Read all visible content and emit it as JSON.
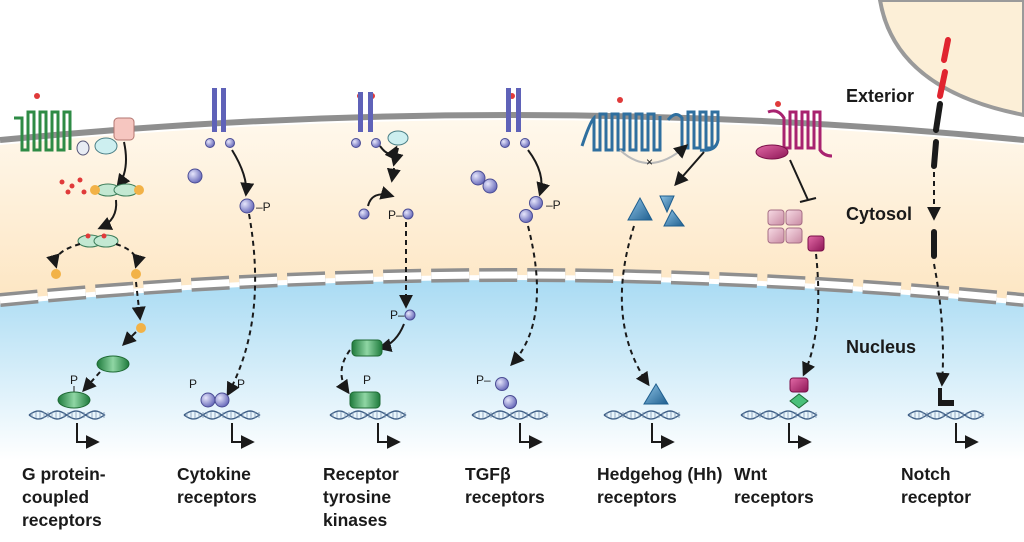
{
  "regions": {
    "exterior": "Exterior",
    "cytosol": "Cytosol",
    "nucleus": "Nucleus"
  },
  "pathways": [
    {
      "lines": [
        "G protein-",
        "coupled",
        "receptors"
      ]
    },
    {
      "lines": [
        "Cytokine",
        "receptors"
      ]
    },
    {
      "lines": [
        "Receptor",
        "tyrosine",
        "kinases"
      ]
    },
    {
      "lines": [
        "TGFβ",
        "receptors"
      ]
    },
    {
      "lines": [
        "Hedgehog (Hh)",
        "receptors"
      ]
    },
    {
      "lines": [
        "Wnt",
        "receptors"
      ]
    },
    {
      "lines": [
        "Notch",
        "receptor"
      ]
    }
  ],
  "marks": {
    "p": "P",
    "p_dash": "P–",
    "dash_p": "–P",
    "cross": "×"
  },
  "colors": {
    "membrane": "#8f8f8f",
    "cytosol": "#fdeccf",
    "nucleus": "#bfe3f5",
    "exterior_cell": "#fcefd7",
    "gpcr": "#2e8b45",
    "cytokine_receptor": "#5f62b8",
    "hedgehog_receptor": "#2f6f9f",
    "wnt_receptor": "#a8226f",
    "notch_red": "#e0242f",
    "ligand": "#e03a3a"
  }
}
